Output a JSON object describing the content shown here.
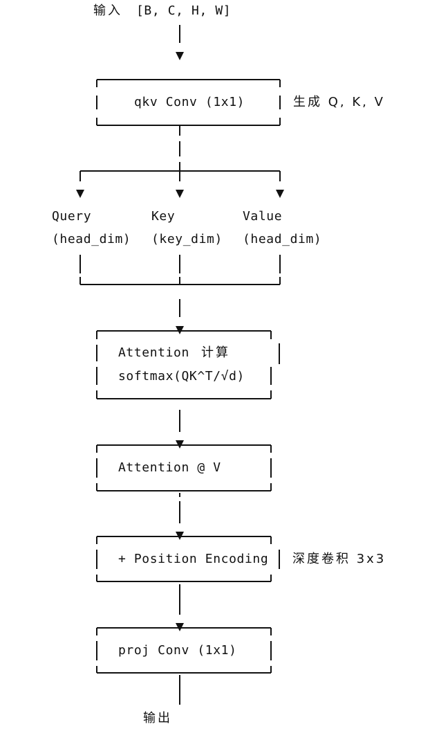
{
  "input_label": "输入",
  "input_shape": "[B, C, H, W]",
  "qkv_conv": "qkv Conv (1x1)",
  "qkv_note": "生成 Q, K, V",
  "query_label": "Query",
  "query_dim": "(head_dim)",
  "key_label": "Key",
  "key_dim": "(key_dim)",
  "value_label": "Value",
  "value_dim": "(head_dim)",
  "attention_compute_prefix": "Attention",
  "attention_compute_suffix": "计算",
  "softmax_formula": "softmax(QK^T/√d)",
  "attention_v": "Attention @ V",
  "position_encoding": "+ Position Encoding",
  "position_note": "深度卷积 3x3",
  "proj_conv": "proj Conv (1x1)",
  "output_label": "输出"
}
